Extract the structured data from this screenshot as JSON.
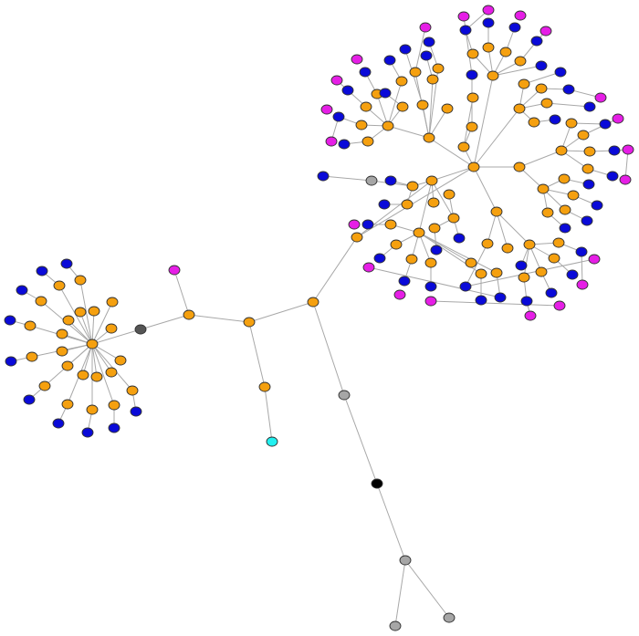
{
  "colors": {
    "orange": "#f5a00f",
    "blue": "#0a0ad8",
    "magenta": "#e61ee6",
    "gray": "#a6a6a6",
    "darkgray": "#555555",
    "black": "#000000",
    "cyan": "#22f0f0",
    "edge": "#a8a8a8",
    "outline": "#333333",
    "background": "#ffffff"
  },
  "graph": {
    "node_types": [
      "orange",
      "blue",
      "magenta",
      "gray",
      "darkgray",
      "black",
      "cyan"
    ],
    "node_shape": "ellipse",
    "edge_style": "undirected-straight",
    "labels_shown": false
  }
}
